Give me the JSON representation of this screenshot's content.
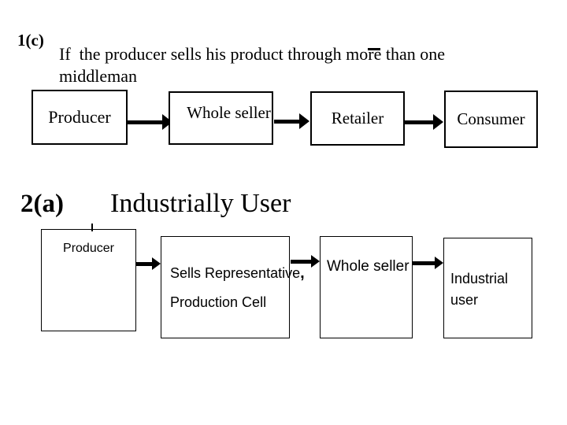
{
  "colors": {
    "ink": "#000000",
    "background": "#ffffff"
  },
  "section1": {
    "label": "1(c)",
    "line1": "If  the producer sells his product through more than one",
    "line2": "middleman",
    "flow": [
      {
        "label": "Producer"
      },
      {
        "label": "Whole seller"
      },
      {
        "label": "Retailer"
      },
      {
        "label": "Consumer"
      }
    ]
  },
  "section2": {
    "label": "2(a)",
    "title": "Industrially User",
    "boxes": {
      "producer": "Producer",
      "sells_rep_line1": "Sells Representative",
      "sells_rep_comma": ",",
      "sells_rep_line2": "Production Cell",
      "whole_seller": "Whole seller",
      "industrial_line1": "Industrial",
      "industrial_line2": "user"
    }
  }
}
